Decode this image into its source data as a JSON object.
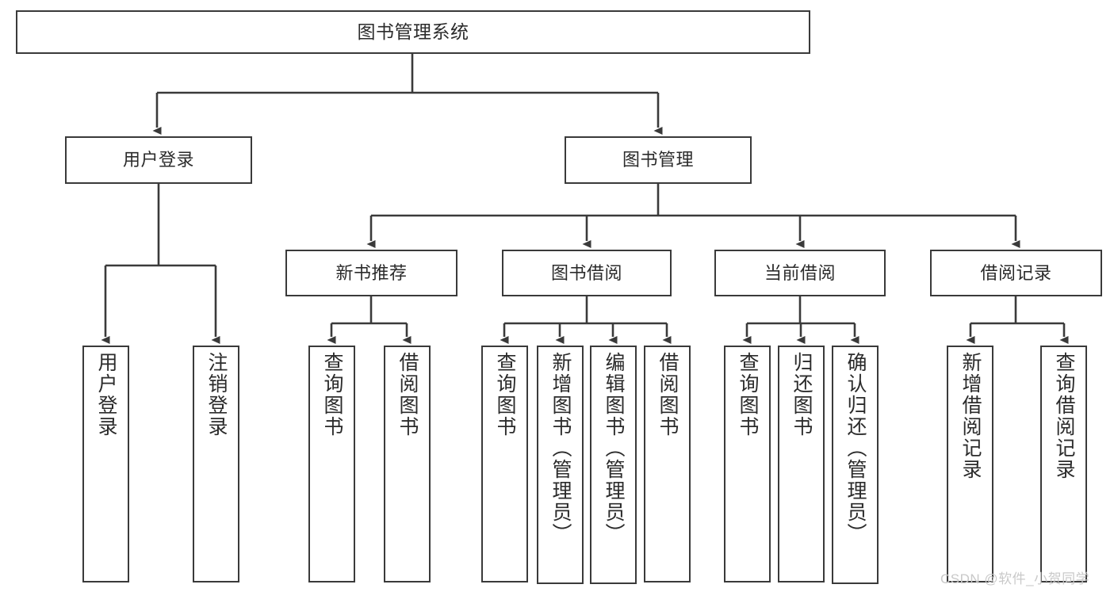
{
  "diagram": {
    "type": "tree-hierarchy",
    "title": "图书管理系统",
    "orientation": "top-down",
    "stroke_color": "#3a3a3a",
    "text_color": "#2b2b2b",
    "background_color": "#ffffff"
  },
  "nodes": {
    "root": {
      "label": "图书管理系统"
    },
    "level1": [
      {
        "id": "user-login",
        "label": "用户登录"
      },
      {
        "id": "book-manage",
        "label": "图书管理"
      }
    ],
    "level2": [
      {
        "id": "new-book-recommend",
        "label": "新书推荐"
      },
      {
        "id": "book-borrow",
        "label": "图书借阅"
      },
      {
        "id": "current-borrow",
        "label": "当前借阅"
      },
      {
        "id": "borrow-record",
        "label": "借阅记录"
      }
    ],
    "leaves": {
      "user_login": [
        {
          "id": "leaf-user-login",
          "label": "用户登录"
        },
        {
          "id": "leaf-logout-login",
          "label": "注销登录"
        }
      ],
      "new_book_recommend": [
        {
          "id": "leaf-query-book-1",
          "label": "查询图书"
        },
        {
          "id": "leaf-borrow-book-1",
          "label": "借阅图书"
        }
      ],
      "book_borrow": [
        {
          "id": "leaf-query-book-2",
          "label": "查询图书"
        },
        {
          "id": "leaf-add-book",
          "label": "新增图书（管理员）"
        },
        {
          "id": "leaf-edit-book",
          "label": "编辑图书（管理员）"
        },
        {
          "id": "leaf-borrow-book-2",
          "label": "借阅图书"
        }
      ],
      "current_borrow": [
        {
          "id": "leaf-query-book-3",
          "label": "查询图书"
        },
        {
          "id": "leaf-return-book",
          "label": "归还图书"
        },
        {
          "id": "leaf-confirm-return",
          "label": "确认归还（管理员）"
        }
      ],
      "borrow_record": [
        {
          "id": "leaf-add-record",
          "label": "新增借阅记录"
        },
        {
          "id": "leaf-query-record",
          "label": "查询借阅记录"
        }
      ]
    }
  },
  "watermark": {
    "text": "CSDN @软件_小贺同学",
    "color": "#c9c9c9"
  }
}
